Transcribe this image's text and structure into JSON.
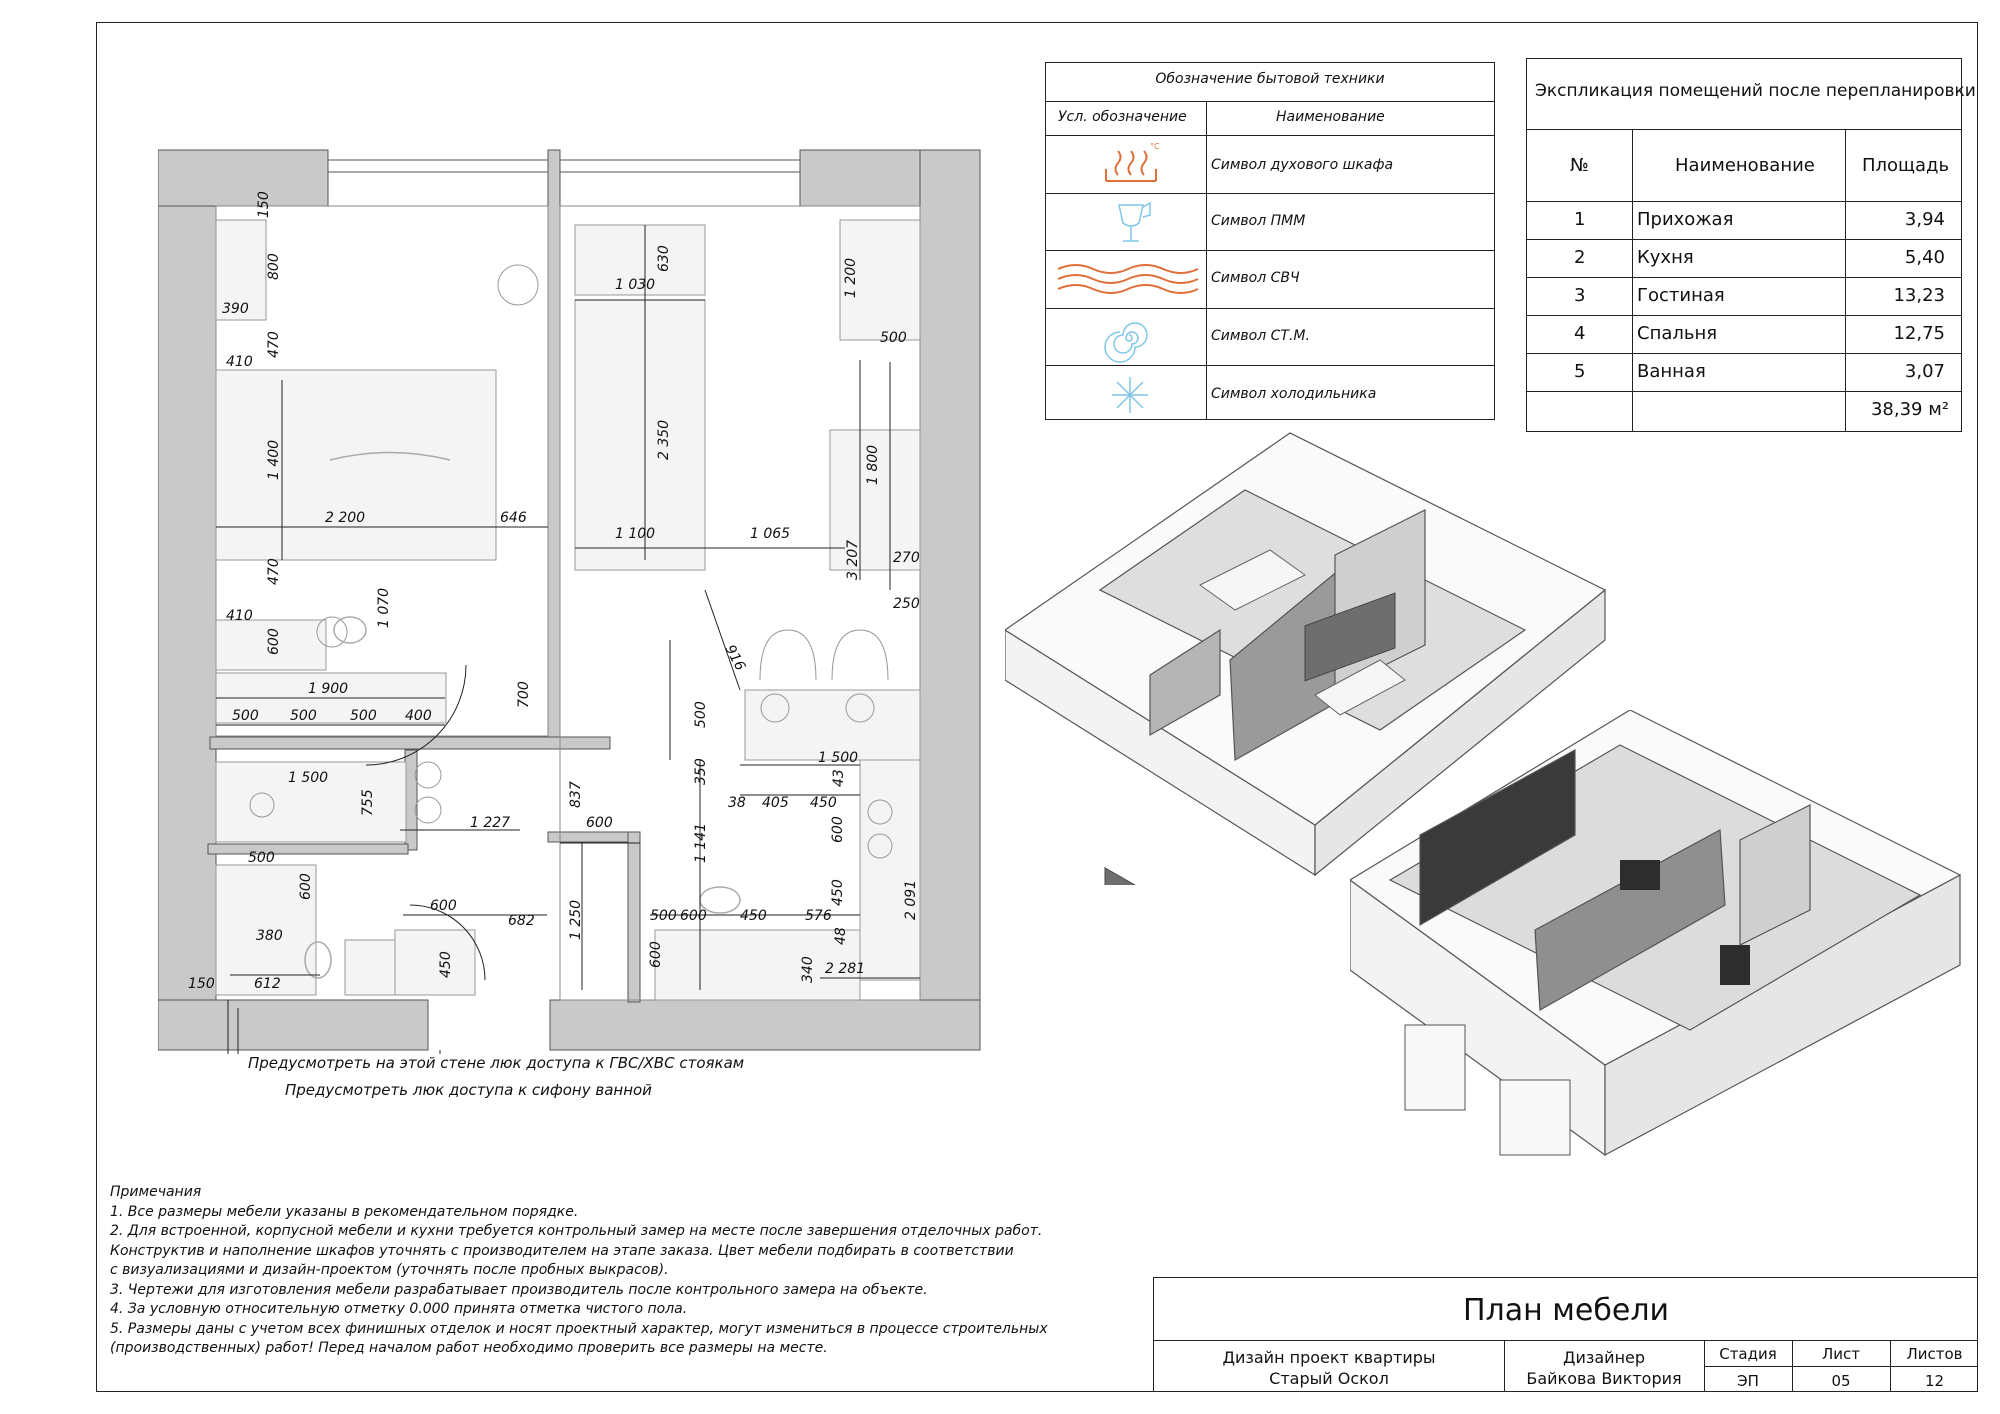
{
  "legend": {
    "title": "Обозначение бытовой техники",
    "col_symbol": "Усл. обозначение",
    "col_name": "Наименование",
    "items": [
      {
        "name": "Символ духового шкафа",
        "icon": "oven-symbol-icon",
        "sup": "°C"
      },
      {
        "name": "Символ ПММ",
        "icon": "dishwasher-symbol-icon"
      },
      {
        "name": "Символ СВЧ",
        "icon": "microwave-symbol-icon"
      },
      {
        "name": "Символ СТ.М.",
        "icon": "washing-machine-symbol-icon"
      },
      {
        "name": "Символ холодильника",
        "icon": "fridge-symbol-icon"
      }
    ],
    "colors": {
      "oven": "#e0703a",
      "microwave": "#e0703a",
      "dishwasher": "#7fc6e8",
      "washer": "#7fc6e8",
      "fridge": "#7fc6e8"
    }
  },
  "explication": {
    "title": "Экспликация помещений после перепланировки",
    "headers": {
      "num": "№",
      "name": "Наименование",
      "area": "Площадь"
    },
    "rows": [
      {
        "num": "1",
        "name": "Прихожая",
        "area": "3,94"
      },
      {
        "num": "2",
        "name": "Кухня",
        "area": "5,40"
      },
      {
        "num": "3",
        "name": "Гостиная",
        "area": "13,23"
      },
      {
        "num": "4",
        "name": "Спальня",
        "area": "12,75"
      },
      {
        "num": "5",
        "name": "Ванная",
        "area": "3,07"
      }
    ],
    "total": "38,39 м²"
  },
  "plan": {
    "dims": {
      "d150a": "150",
      "d800": "800",
      "d390": "390",
      "d410a": "410",
      "d470a": "470",
      "d1400": "1 400",
      "d2200": "2 200",
      "d646": "646",
      "d470b": "470",
      "d410b": "410",
      "d600a": "600",
      "d1070": "1 070",
      "d1900": "1 900",
      "d500a": "500",
      "d500b": "500",
      "d500c": "500",
      "d400": "400",
      "d700": "700",
      "d1030": "1 030",
      "d630": "630",
      "d2350": "2 350",
      "d1100": "1 100",
      "d1065": "1 065",
      "d1200": "1 200",
      "d500d": "500",
      "d1800": "1 800",
      "d3207": "3 207",
      "d270": "270",
      "d250": "250",
      "d916": "916",
      "d500e": "500",
      "d1500a": "1 500",
      "d350": "350",
      "d43": "43",
      "d38": "38",
      "d405": "405",
      "d450a": "450",
      "d600b": "600",
      "d450b": "450",
      "d1500b": "1 500",
      "d755": "755",
      "d1227": "1 227",
      "d837": "837",
      "d600c": "600",
      "d500f": "500",
      "d600d": "600",
      "d380": "380",
      "d600e": "600",
      "d682": "682",
      "d1250": "1 250",
      "d1141": "1 141",
      "d500g": "500",
      "d600f": "600",
      "d450c": "450",
      "d576": "576",
      "d48": "48",
      "d2091": "2 091",
      "d600g": "600",
      "d340": "340",
      "d2281": "2 281",
      "d150b": "150",
      "d612": "612",
      "d450d": "450"
    },
    "callout1": "Предусмотреть на этой стене люк доступа к ГВС/ХВС стоякам",
    "callout2": "Предусмотреть люк доступа к сифону ванной"
  },
  "notes": [
    "Примечания",
    "1. Все размеры мебели указаны в рекомендательном порядке.",
    "2. Для встроенной, корпусной мебели и кухни требуется контрольный замер на месте после завершения отделочных работ.",
    "Конструктив и наполнение шкафов уточнять с производителем на этапе заказа. Цвет мебели подбирать в соответствии",
    "с визуализациями и дизайн-проектом (уточнять после пробных выкрасов).",
    "3. Чертежи для изготовления мебели разрабатывает производитель после контрольного замера на объекте.",
    "4.  За условную относительную отметку 0.000 принята отметка чистого пола.",
    "5. Размеры даны с учетом всех финишных отделок и носят проектный характер, могут измениться в процессе строительных",
    "(производственных) работ! Перед началом работ необходимо проверить все размеры на месте."
  ],
  "title_block": {
    "sheet_title": "План мебели",
    "project_line1": "Дизайн проект квартиры",
    "project_line2": "Старый Оскол",
    "designer_label": "Дизайнер",
    "designer_name": "Байкова Виктория",
    "stage_label": "Стадия",
    "stage_value": "ЭП",
    "sheet_label": "Лист",
    "sheet_value": "05",
    "sheets_label": "Листов",
    "sheets_value": "12"
  }
}
